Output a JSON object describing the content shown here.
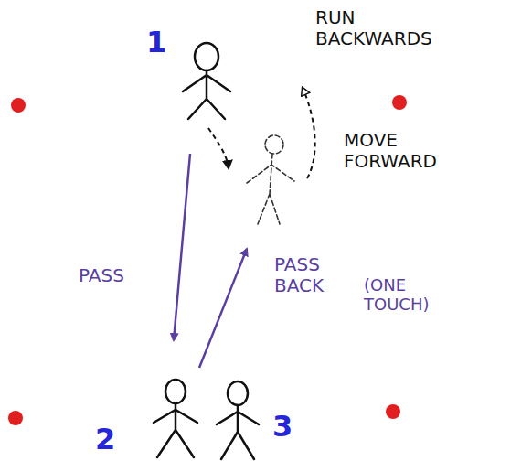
{
  "diagram": {
    "labels": [
      "1",
      "RUN BACKWARDS",
      "MOVE FORWARD",
      "PASS",
      "PASS BACK",
      "(ONE TOUCH)",
      "2",
      "3"
    ]
  }
}
